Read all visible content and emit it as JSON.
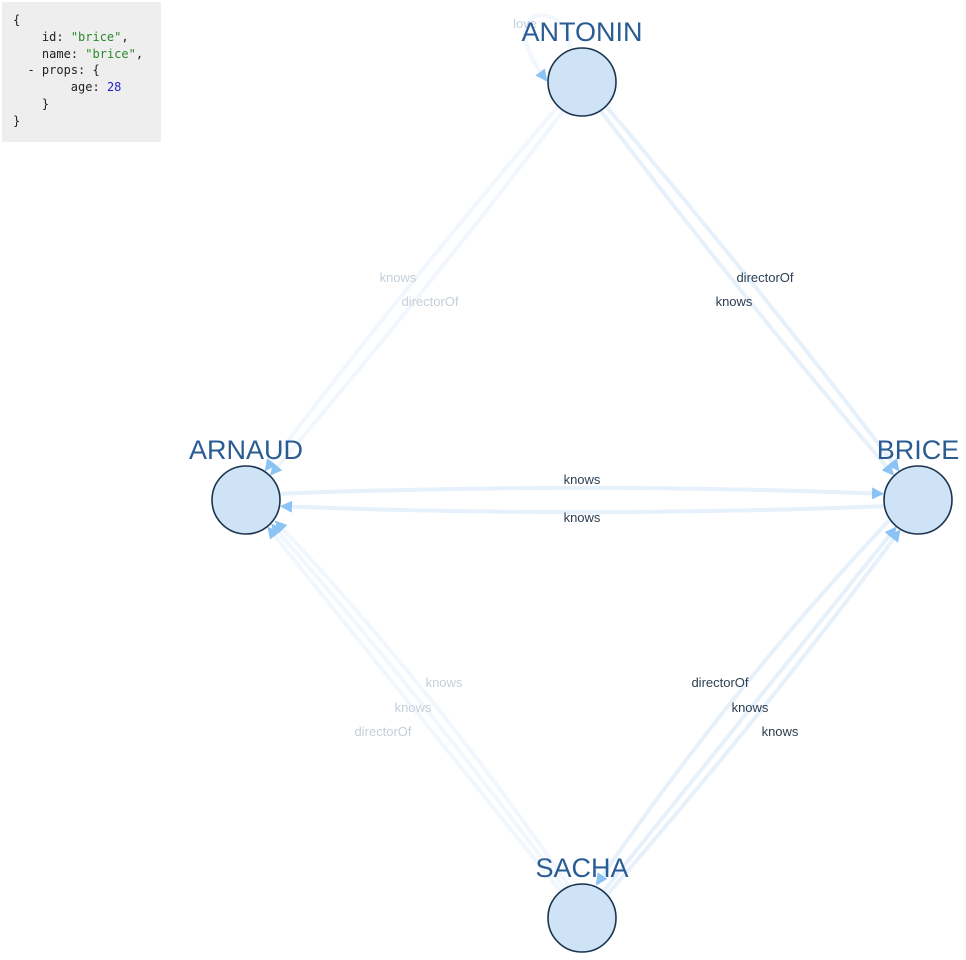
{
  "json_view": {
    "open_brace": "{",
    "id_key": "id",
    "id_value": "\"brice\"",
    "name_key": "name",
    "name_value": "\"brice\"",
    "props_toggle": "-",
    "props_key": "props",
    "props_open": "{",
    "age_key": "age",
    "age_value": "28",
    "props_close": "}",
    "close_brace": "}"
  },
  "graph": {
    "colors": {
      "node_fill": "#cfe3f7",
      "node_stroke": "#1b3550",
      "node_label": "#2a5c94",
      "edge": "#e6f1fc",
      "arrow": "#8cc3f5",
      "edge_label": "#2c3e50",
      "edge_label_dim": "#c4cfd9"
    },
    "nodes": [
      {
        "id": "antonin",
        "label": "ANTONIN"
      },
      {
        "id": "arnaud",
        "label": "ARNAUD"
      },
      {
        "id": "brice",
        "label": "BRICE"
      },
      {
        "id": "sacha",
        "label": "SACHA"
      }
    ],
    "edges": [
      {
        "source": "antonin",
        "target": "antonin",
        "label": "love",
        "dim": true
      },
      {
        "source": "antonin",
        "target": "arnaud",
        "label": "knows",
        "dim": true
      },
      {
        "source": "antonin",
        "target": "arnaud",
        "label": "directorOf",
        "dim": true
      },
      {
        "source": "antonin",
        "target": "brice",
        "label": "directorOf",
        "dim": false
      },
      {
        "source": "antonin",
        "target": "brice",
        "label": "knows",
        "dim": false
      },
      {
        "source": "arnaud",
        "target": "brice",
        "label": "knows",
        "dim": false
      },
      {
        "source": "brice",
        "target": "arnaud",
        "label": "knows",
        "dim": false
      },
      {
        "source": "sacha",
        "target": "arnaud",
        "label": "knows",
        "dim": true
      },
      {
        "source": "sacha",
        "target": "arnaud",
        "label": "knows",
        "dim": true
      },
      {
        "source": "sacha",
        "target": "arnaud",
        "label": "directorOf",
        "dim": true
      },
      {
        "source": "sacha",
        "target": "brice",
        "label": "directorOf",
        "dim": false
      },
      {
        "source": "sacha",
        "target": "brice",
        "label": "knows",
        "dim": false
      },
      {
        "source": "brice",
        "target": "sacha",
        "label": "knows",
        "dim": false
      }
    ]
  }
}
